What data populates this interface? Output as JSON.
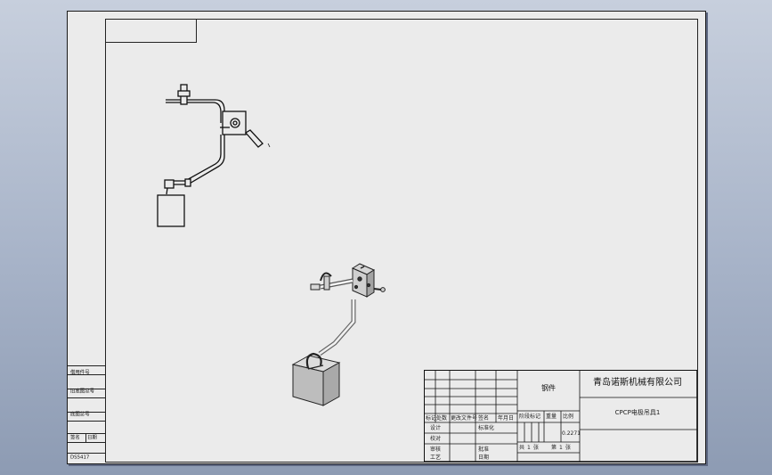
{
  "left_panel": {
    "rows": [
      "借用件号",
      "旧底图总号",
      "底图总号",
      "签名",
      "日期"
    ],
    "sheet_code": "DS5417"
  },
  "title_block": {
    "company": "青岛诺斯机械有限公司",
    "material": "钢件",
    "drawing_name": "CPCP电极吊具1",
    "change_labels": [
      "标记",
      "处数",
      "更改文件号",
      "签名",
      "年月日"
    ],
    "sign_labels": [
      "设计",
      "校对",
      "审核",
      "工艺"
    ],
    "sign_labels_2": [
      "标准化",
      "批准",
      "日期"
    ],
    "stage_labels": [
      "阶段标记",
      "重量",
      "比例"
    ],
    "scale": "0.2271",
    "sheet_labels": [
      "共",
      "张",
      "第",
      "张"
    ],
    "sheet_total": "1",
    "sheet_index": "1"
  }
}
